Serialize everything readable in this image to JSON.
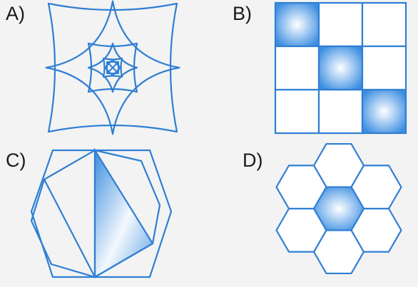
{
  "labels": {
    "a": "A)",
    "b": "B)",
    "c": "C)",
    "d": "D)"
  },
  "colors": {
    "line": "#2f7fd4",
    "fill_dark": "#3c8ee0",
    "fill_light": "#ffffff",
    "background": "#f3f3f3",
    "text": "#1a1a1a"
  },
  "shaded_cells_b": [
    [
      0,
      0
    ],
    [
      1,
      1
    ],
    [
      2,
      2
    ]
  ]
}
